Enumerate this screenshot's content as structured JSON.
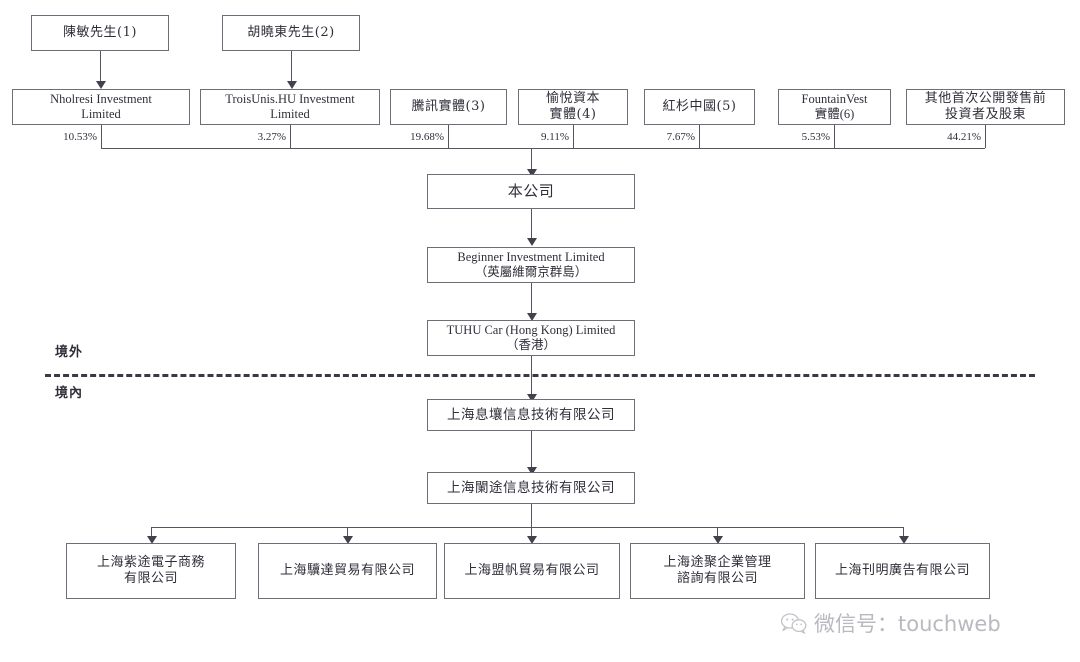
{
  "diagram": {
    "title": "TUHU Car shareholding and corporate structure chart",
    "individuals": [
      {
        "label": "陳敏先生(1)"
      },
      {
        "label": "胡曉東先生(2)"
      }
    ],
    "shareholders": [
      {
        "label": "Nholresi Investment\nLimited",
        "percent": "10.53%",
        "script": "en"
      },
      {
        "label": "TroisUnis.HU Investment\nLimited",
        "percent": "3.27%",
        "script": "en"
      },
      {
        "label": "騰訊實體(3)",
        "percent": "19.68%",
        "script": "cn"
      },
      {
        "label": "愉悅資本\n實體(4)",
        "percent": "9.11%",
        "script": "cn"
      },
      {
        "label": "紅杉中國(5)",
        "percent": "7.67%",
        "script": "cn"
      },
      {
        "label": "FountainVest\n實體(6)",
        "percent": "5.53%",
        "script": "en"
      },
      {
        "label": "其他首次公開發售前\n投資者及股東",
        "percent": "44.21%",
        "script": "cn"
      }
    ],
    "spine": [
      {
        "label": "本公司",
        "script": "cn"
      },
      {
        "label": "Beginner Investment Limited\n（英屬維爾京群島）",
        "script": "en"
      },
      {
        "label": "TUHU Car (Hong Kong) Limited\n（香港）",
        "script": "en"
      },
      {
        "label": "上海息壤信息技術有限公司",
        "script": "cn"
      },
      {
        "label": "上海闌途信息技術有限公司",
        "script": "cn"
      }
    ],
    "subsidiaries": [
      {
        "label": "上海紫途電子商務\n有限公司"
      },
      {
        "label": "上海驥達貿易有限公司"
      },
      {
        "label": "上海盟帆貿易有限公司"
      },
      {
        "label": "上海途聚企業管理\n諮詢有限公司"
      },
      {
        "label": "上海刊明廣告有限公司"
      }
    ],
    "regions": {
      "offshore": "境外",
      "onshore": "境內"
    },
    "watermark": {
      "text": "微信号：touchweb",
      "icon": "wechat-icon"
    },
    "colors": {
      "border": "#6e6e78",
      "line": "#55555f",
      "text": "#2f2f3a",
      "watermark": "#b9b9bf"
    }
  }
}
